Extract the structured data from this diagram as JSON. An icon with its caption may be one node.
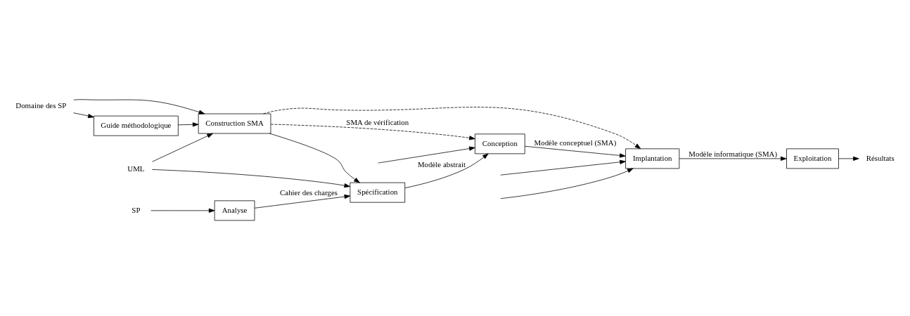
{
  "diagram": {
    "nodes": [
      {
        "text": [
          "Guide méthodologique"
        ]
      },
      {
        "text": [
          "Construction SMA"
        ]
      },
      {
        "text": [
          "Analyse"
        ]
      },
      {
        "text": [
          "Spécification"
        ]
      },
      {
        "text": [
          "Conception"
        ]
      },
      {
        "text": [
          "Implantation"
        ]
      },
      {
        "text": [
          "Exploitation"
        ]
      },
      {
        "text": [
          "Domaine des SP"
        ]
      },
      {
        "text": [
          "SP"
        ]
      },
      {
        "text": [
          "UML"
        ]
      },
      {
        "text": [
          "Résultats"
        ]
      }
    ],
    "edges": [
      {
        "from": 7,
        "to": 0,
        "arrow": "to"
      },
      {
        "from": 7,
        "to": 1,
        "arrow": "to"
      },
      {
        "from": 0,
        "to": 1,
        "arrow": "to"
      },
      {
        "from": 1,
        "to": 3,
        "arrow": "to"
      },
      {
        "from": 1,
        "to": 4,
        "arrow": "to",
        "style": "dashed",
        "label": "SMA de vérification"
      },
      {
        "from": 1,
        "to": 5,
        "arrow": "to",
        "style": "dashed"
      },
      {
        "from": 8,
        "to": 2,
        "arrow": "to"
      },
      {
        "from": 2,
        "to": 3,
        "arrow": "to",
        "label": "Cahier des charges"
      },
      {
        "from": 3,
        "to": 4,
        "arrow": "to",
        "label": "Modèle abstrait"
      },
      {
        "from": 4,
        "to": 5,
        "arrow": "to",
        "label": "Modèle conceptuel (SMA)"
      },
      {
        "from": 5,
        "to": 6,
        "arrow": "to",
        "label": "Modèle informatique (SMA)"
      },
      {
        "from": 6,
        "to": 10,
        "arrow": "to"
      },
      {
        "from": 9,
        "to": 3,
        "arrow": "to"
      },
      {
        "from": 9,
        "to": 1,
        "arrow": "to"
      },
      {
        "from": null,
        "to": 4,
        "arrow": "to"
      },
      {
        "from": null,
        "to": 5,
        "arrow": "to"
      },
      {
        "from": null,
        "to": 5,
        "arrow": "to"
      }
    ]
  }
}
